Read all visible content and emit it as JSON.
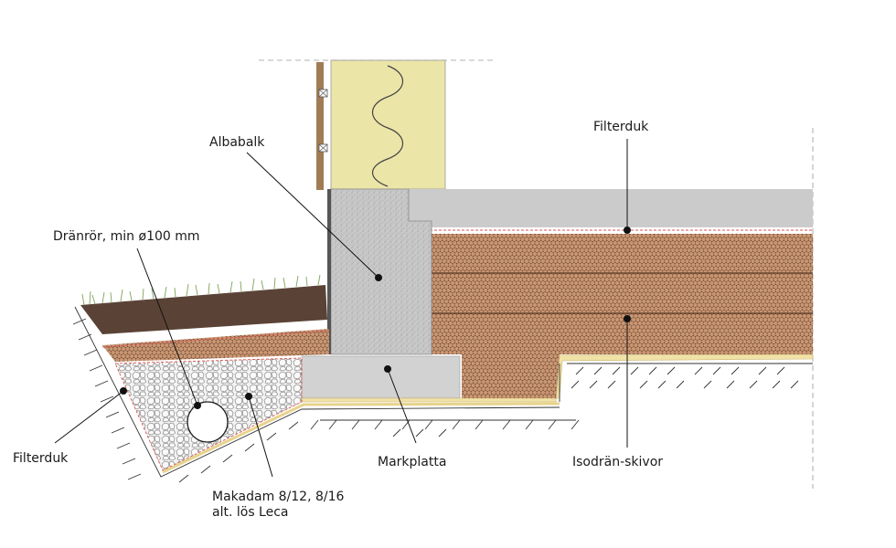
{
  "labels": {
    "albabalk": "Albabalk",
    "filterduk_top": "Filterduk",
    "dranror": "Dränrör, min ø100 mm",
    "filterduk_left": "Filterduk",
    "makadam_line1": "Makadam 8/12, 8/16",
    "makadam_line2": "alt. lös Leca",
    "markplatta": "Markplatta",
    "isodran": "Isodrän-skivor"
  },
  "colors": {
    "soil": "#5a4336",
    "insulation": "#ece5a8",
    "concrete": "#c9c9c9",
    "markplatta": "#d2d2d2",
    "isodran": "#b98665",
    "isodran_dark": "#6b4a33",
    "gravel": "#f1f1f1",
    "filter": "#f1e2a8",
    "filter_red": "#d9534f",
    "grass": "#7fa35a",
    "wood": "#a07c55"
  }
}
